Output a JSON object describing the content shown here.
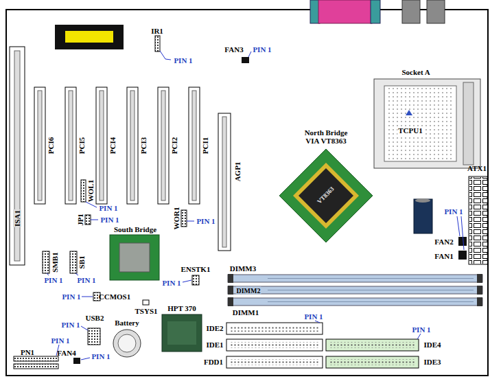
{
  "diagram": {
    "nodes": [
      {
        "text": [
          "ISA1"
        ]
      },
      {
        "text": [
          "PCI6"
        ]
      },
      {
        "text": [
          "PCI5"
        ]
      },
      {
        "text": [
          "PCI4"
        ]
      },
      {
        "text": [
          "PCI3"
        ]
      },
      {
        "text": [
          "PCI2"
        ]
      },
      {
        "text": [
          "PCI1"
        ]
      },
      {
        "text": [
          "AGP1"
        ]
      },
      {
        "text": [
          "North Bridge VIA VT8363"
        ]
      },
      {
        "text": [
          "Socket A",
          "TCPU1"
        ]
      },
      {
        "text": [
          "ATX1"
        ]
      },
      {
        "text": [
          "South Bridge"
        ]
      },
      {
        "text": [
          "DIMM3"
        ]
      },
      {
        "text": [
          "DIMM2"
        ]
      },
      {
        "text": [
          "DIMM1"
        ]
      },
      {
        "text": [
          "HPT 370"
        ]
      },
      {
        "text": [
          "Battery"
        ]
      },
      {
        "text": [
          "IDE2"
        ]
      },
      {
        "text": [
          "IDE1"
        ]
      },
      {
        "text": [
          "FDD1"
        ]
      },
      {
        "text": [
          "IDE4"
        ]
      },
      {
        "text": [
          "IDE3"
        ]
      }
    ],
    "labels": [
      "IR1",
      "PIN 1",
      "FAN3",
      "PIN 1",
      "WOL1",
      "PIN 1",
      "JP1",
      "PIN 1",
      "WOR1",
      "PIN 1",
      "FAN2",
      "FAN1",
      "PIN 1",
      "SMB1",
      "SB1",
      "PIN 1",
      "PIN 1",
      "ENSTK1",
      "PIN 1",
      "PIN 1",
      "CCMOS1",
      "TSYS1",
      "PIN 1",
      "PIN 1",
      "USB2",
      "PIN 1",
      "PIN 1",
      "PN1",
      "FAN4",
      "PIN 1",
      "VT8363"
    ]
  }
}
